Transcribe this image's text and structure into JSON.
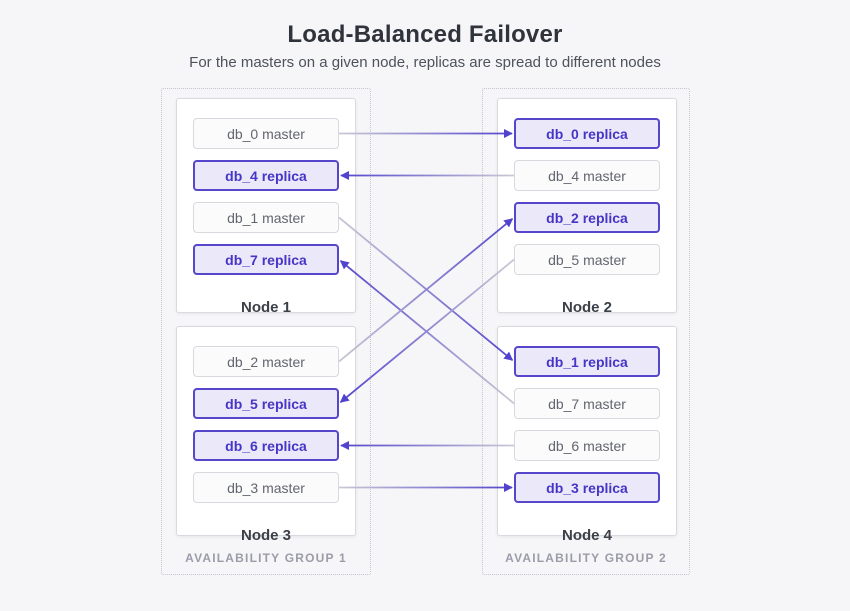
{
  "header": {
    "title": "Load-Balanced Failover",
    "subtitle": "For the masters on a given node, replicas are spread to different nodes"
  },
  "groups": [
    {
      "label": "AVAILABILITY GROUP 1",
      "nodes": [
        {
          "label": "Node 1",
          "boxes": [
            {
              "id": "db_0 master",
              "label": "db_0 master",
              "type": "master"
            },
            {
              "id": "db_4 replica",
              "label": "db_4 replica",
              "type": "replica"
            },
            {
              "id": "db_1 master",
              "label": "db_1 master",
              "type": "master"
            },
            {
              "id": "db_7 replica",
              "label": "db_7 replica",
              "type": "replica"
            }
          ]
        },
        {
          "label": "Node 3",
          "boxes": [
            {
              "id": "db_2 master",
              "label": "db_2 master",
              "type": "master"
            },
            {
              "id": "db_5 replica",
              "label": "db_5 replica",
              "type": "replica"
            },
            {
              "id": "db_6 replica",
              "label": "db_6 replica",
              "type": "replica"
            },
            {
              "id": "db_3 master",
              "label": "db_3 master",
              "type": "master"
            }
          ]
        }
      ]
    },
    {
      "label": "AVAILABILITY GROUP 2",
      "nodes": [
        {
          "label": "Node 2",
          "boxes": [
            {
              "id": "db_0 replica",
              "label": "db_0 replica",
              "type": "replica"
            },
            {
              "id": "db_4 master",
              "label": "db_4 master",
              "type": "master"
            },
            {
              "id": "db_2 replica",
              "label": "db_2 replica",
              "type": "replica"
            },
            {
              "id": "db_5 master",
              "label": "db_5 master",
              "type": "master"
            }
          ]
        },
        {
          "label": "Node 4",
          "boxes": [
            {
              "id": "db_1 replica",
              "label": "db_1 replica",
              "type": "replica"
            },
            {
              "id": "db_7 master",
              "label": "db_7 master",
              "type": "master"
            },
            {
              "id": "db_6 master",
              "label": "db_6 master",
              "type": "master"
            },
            {
              "id": "db_3 replica",
              "label": "db_3 replica",
              "type": "replica"
            }
          ]
        }
      ]
    }
  ],
  "connections": [
    {
      "from": "db_0 master",
      "to": "db_0 replica"
    },
    {
      "from": "db_4 master",
      "to": "db_4 replica"
    },
    {
      "from": "db_1 master",
      "to": "db_1 replica"
    },
    {
      "from": "db_7 master",
      "to": "db_7 replica"
    },
    {
      "from": "db_2 master",
      "to": "db_2 replica"
    },
    {
      "from": "db_5 master",
      "to": "db_5 replica"
    },
    {
      "from": "db_6 master",
      "to": "db_6 replica"
    },
    {
      "from": "db_3 master",
      "to": "db_3 replica"
    }
  ],
  "colors": {
    "accent": "#5243ce",
    "connector_start": "#c9c9d4",
    "replica_bg": "#eae8f9",
    "replica_border": "#5546cb",
    "replica_text": "#4636c6",
    "master_bg": "#fbfbfc",
    "master_border": "#d8d8de",
    "master_text": "#63656f",
    "page_bg": "#f6f6f8"
  }
}
